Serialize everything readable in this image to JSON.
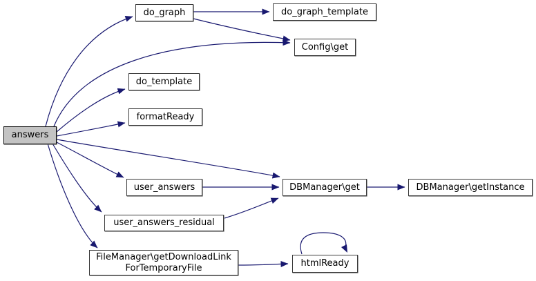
{
  "diagram": {
    "type": "call-graph",
    "colors": {
      "background": "#ffffff",
      "edge": "#191970",
      "node_fill": "#ffffff",
      "node_border": "#383838",
      "highlight_node_fill": "#c3c3c3",
      "text": "#000000"
    },
    "nodes": {
      "answers": {
        "label": "answers"
      },
      "do_graph": {
        "label": "do_graph"
      },
      "do_graph_template": {
        "label": "do_graph_template"
      },
      "config_get": {
        "label": "Config\\get"
      },
      "do_template": {
        "label": "do_template"
      },
      "format_ready": {
        "label": "formatReady"
      },
      "user_answers": {
        "label": "user_answers"
      },
      "user_answers_residual": {
        "label": "user_answers_residual"
      },
      "file_manager_get_download_link": {
        "line1": "FileManager\\getDownloadLink",
        "line2": "ForTemporaryFile"
      },
      "dbmanager_get": {
        "label": "DBManager\\get"
      },
      "dbmanager_get_instance": {
        "label": "DBManager\\getInstance"
      },
      "html_ready": {
        "label": "htmlReady"
      }
    },
    "edges": [
      {
        "from": "answers",
        "to": "do_graph"
      },
      {
        "from": "answers",
        "to": "config_get"
      },
      {
        "from": "answers",
        "to": "do_template"
      },
      {
        "from": "answers",
        "to": "format_ready"
      },
      {
        "from": "answers",
        "to": "dbmanager_get"
      },
      {
        "from": "answers",
        "to": "user_answers"
      },
      {
        "from": "answers",
        "to": "user_answers_residual"
      },
      {
        "from": "answers",
        "to": "file_manager_get_download_link"
      },
      {
        "from": "do_graph",
        "to": "do_graph_template"
      },
      {
        "from": "do_graph",
        "to": "config_get"
      },
      {
        "from": "user_answers",
        "to": "dbmanager_get"
      },
      {
        "from": "user_answers_residual",
        "to": "dbmanager_get"
      },
      {
        "from": "dbmanager_get",
        "to": "dbmanager_get_instance"
      },
      {
        "from": "file_manager_get_download_link",
        "to": "html_ready"
      },
      {
        "from": "html_ready",
        "to": "html_ready"
      }
    ]
  }
}
